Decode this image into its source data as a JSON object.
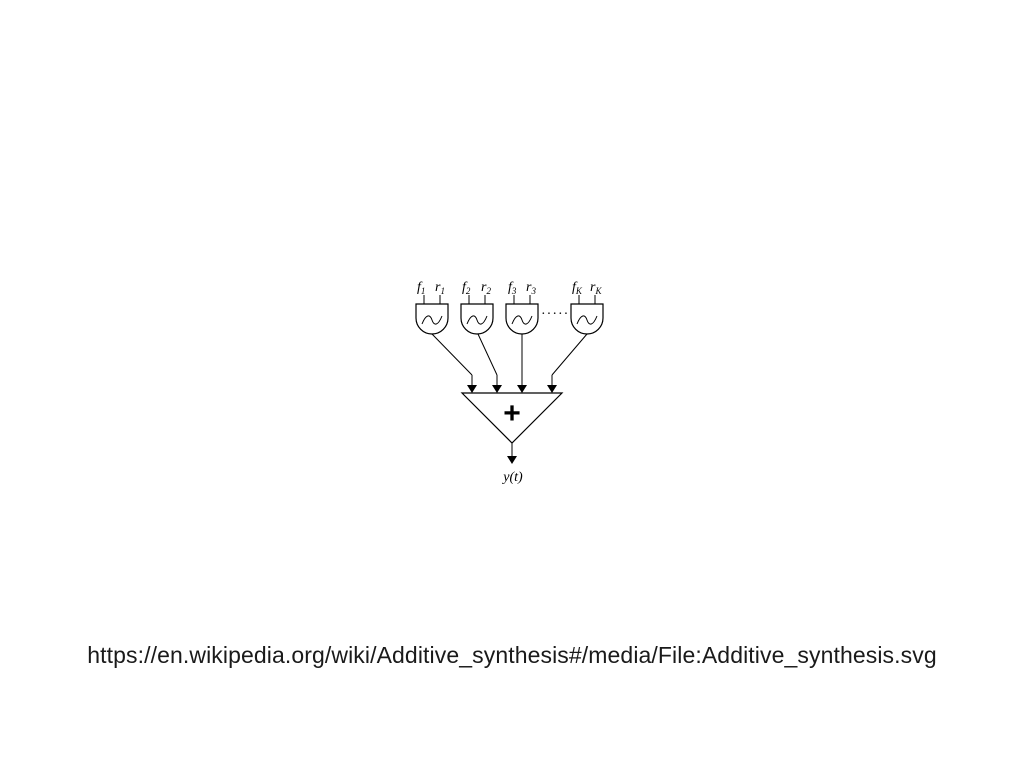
{
  "diagram": {
    "oscillators": [
      {
        "freq": "f",
        "freq_sub": "1",
        "amp": "r",
        "amp_sub": "1"
      },
      {
        "freq": "f",
        "freq_sub": "2",
        "amp": "r",
        "amp_sub": "2"
      },
      {
        "freq": "f",
        "freq_sub": "3",
        "amp": "r",
        "amp_sub": "3"
      },
      {
        "freq": "f",
        "freq_sub": "K",
        "amp": "r",
        "amp_sub": "K"
      }
    ],
    "ellipsis": "·····",
    "adder_symbol": "+",
    "output_label": "y(t)"
  },
  "source_url": "https://en.wikipedia.org/wiki/Additive_synthesis#/media/File:Additive_synthesis.svg"
}
